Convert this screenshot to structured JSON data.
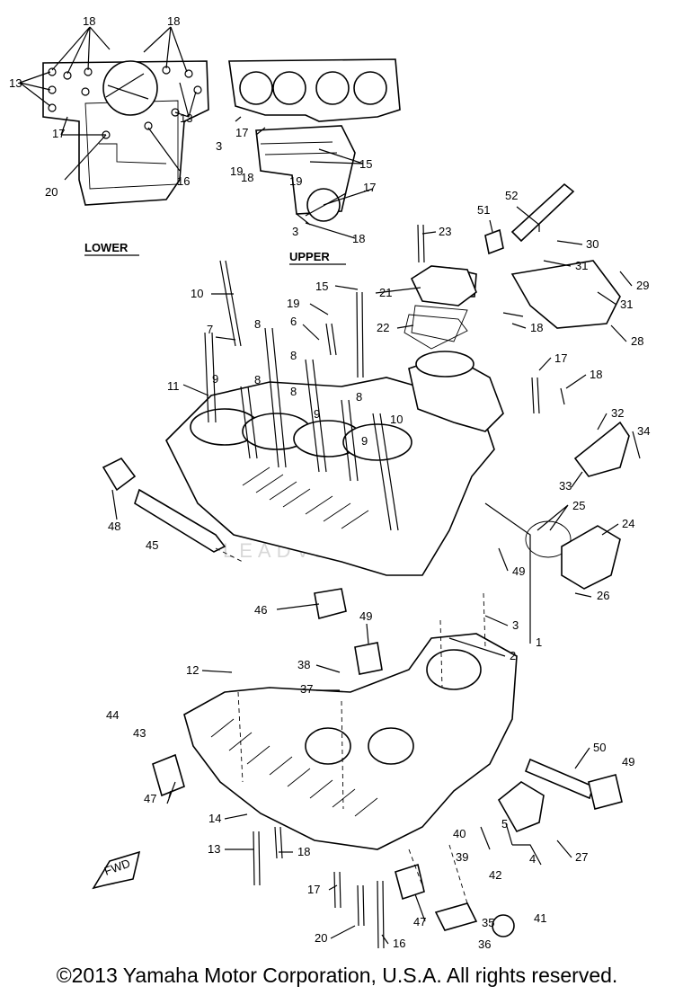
{
  "views": {
    "lower_label": "LOWER",
    "upper_label": "UPPER"
  },
  "fwd_label": "FWD",
  "watermark": "LEADVENTURE",
  "footer": "©2013 Yamaha Motor Corporation, U.S.A. All rights reserved.",
  "callouts": [
    "18",
    "18",
    "13",
    "13",
    "17",
    "16",
    "20",
    "3",
    "17",
    "19",
    "18",
    "19",
    "15",
    "17",
    "3",
    "18",
    "52",
    "51",
    "30",
    "23",
    "31",
    "29",
    "15",
    "21",
    "31",
    "19",
    "18",
    "28",
    "10",
    "22",
    "7",
    "6",
    "8",
    "8",
    "11",
    "9",
    "8",
    "8",
    "17",
    "18",
    "8",
    "9",
    "10",
    "9",
    "32",
    "34",
    "33",
    "25",
    "48",
    "24",
    "45",
    "49",
    "46",
    "26",
    "3",
    "49",
    "2",
    "1",
    "38",
    "12",
    "37",
    "44",
    "43",
    "50",
    "49",
    "47",
    "14",
    "5",
    "40",
    "13",
    "18",
    "39",
    "4",
    "27",
    "42",
    "17",
    "41",
    "47",
    "35",
    "20",
    "16",
    "36"
  ]
}
